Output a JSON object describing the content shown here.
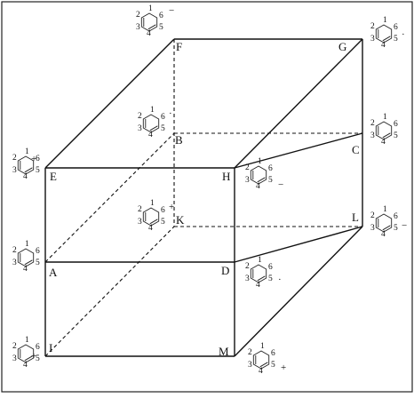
{
  "diagram": {
    "vertices": {
      "F": "F",
      "G": "G",
      "B": "B",
      "C": "C",
      "E": "E",
      "H": "H",
      "K": "K",
      "L": "L",
      "A": "A",
      "D": "D",
      "I": "I",
      "M": "M"
    },
    "ring_numbers": [
      "1",
      "2",
      "3",
      "4",
      "5",
      "6"
    ],
    "signs": {
      "F": "−",
      "G": "·",
      "B": "·",
      "C": "",
      "E": "+",
      "H": "−",
      "K": "+",
      "L": "−",
      "A": "",
      "D": "·",
      "I": "+",
      "M": "+"
    }
  }
}
